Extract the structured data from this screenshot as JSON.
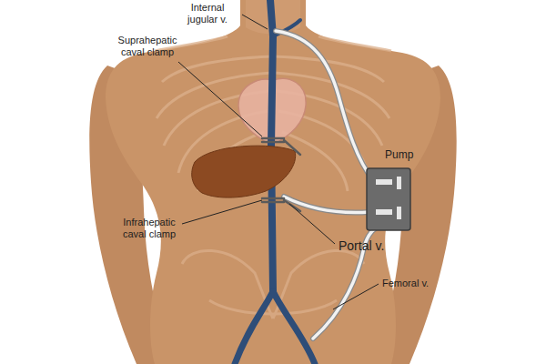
{
  "diagram": {
    "nodes": [
      {
        "text": [
          "Pump"
        ]
      }
    ],
    "labels": [
      "Internal jugular v.",
      "Suprahepatic caval clamp",
      "Infrahepatic caval clamp",
      "Portal v.",
      "Femoral v."
    ]
  }
}
